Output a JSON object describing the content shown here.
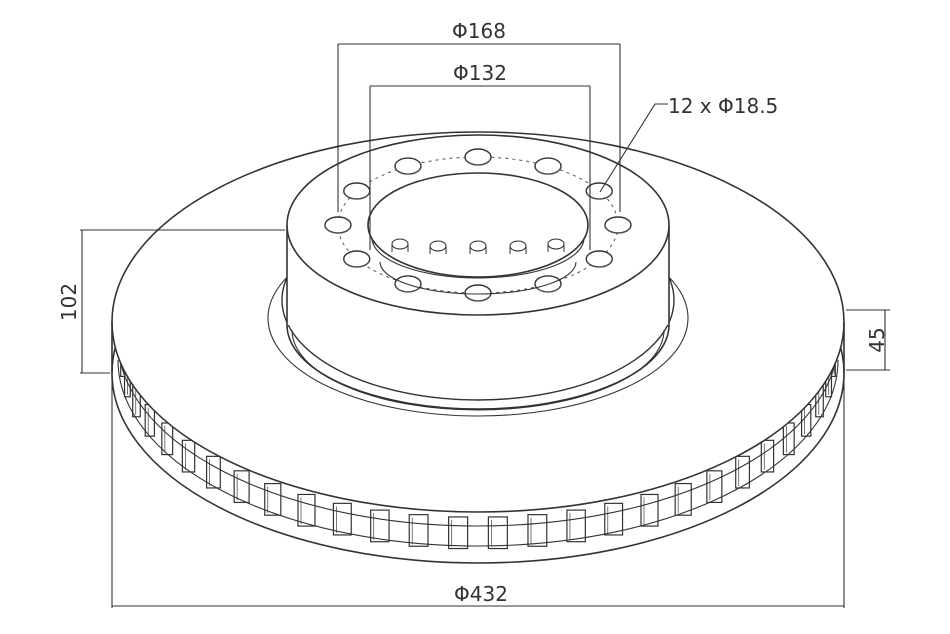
{
  "drawing": {
    "title": "",
    "dimensions": {
      "outer_diameter": "Φ432",
      "hub_diameter": "Φ168",
      "bolt_circle_diameter": "Φ132",
      "bolt_holes": "12 x Φ18.5",
      "total_height": "102",
      "disc_thickness": "45"
    },
    "bolt_hole_count": 12,
    "vent_slot_count": 28,
    "line_color": "#333333",
    "background_color": "#ffffff"
  }
}
